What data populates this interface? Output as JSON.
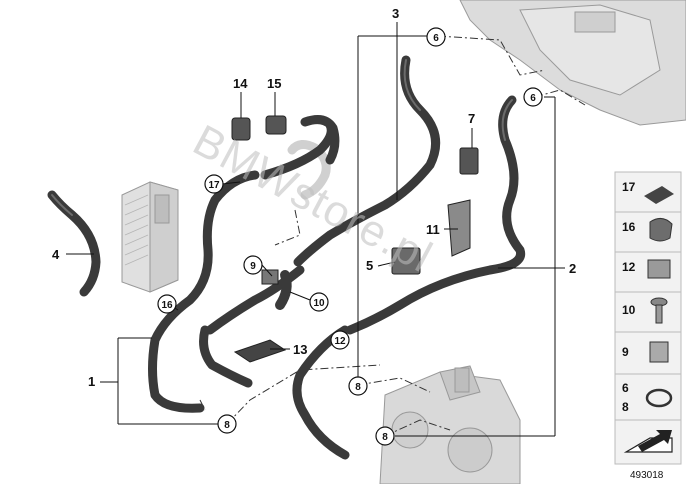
{
  "diagram_id": "493018",
  "watermark": "BMWstore.pl",
  "callouts": {
    "p1": "1",
    "p2": "2",
    "p3": "3",
    "p4": "4",
    "p5": "5",
    "p7": "7",
    "p11": "11",
    "p13": "13",
    "p14": "14",
    "p15": "15"
  },
  "circled": {
    "c6a": "6",
    "c6b": "6",
    "c8a": "8",
    "c8b": "8",
    "c8c": "8",
    "c9": "9",
    "c10": "10",
    "c12": "12",
    "c16": "16",
    "c17": "17"
  },
  "legend": [
    "17",
    "16",
    "12",
    "10",
    "9",
    "6",
    "8"
  ],
  "colors": {
    "hose": "#3a3a3a",
    "hose_highlight": "#6b6b6b",
    "component": "#d8d8d8",
    "line": "#222222",
    "legend_bg": "#f2f2f2"
  }
}
